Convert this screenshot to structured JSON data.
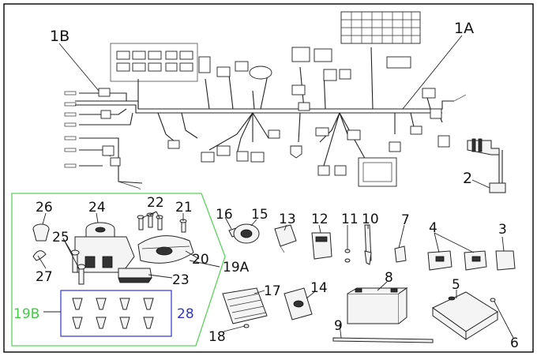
{
  "diagram": {
    "callouts": {
      "c1A": "1A",
      "c1B": "1B",
      "c2": "2",
      "c3": "3",
      "c4": "4",
      "c5": "5",
      "c6": "6",
      "c7": "7",
      "c8": "8",
      "c9": "9",
      "c10": "10",
      "c11": "11",
      "c12": "12",
      "c13": "13",
      "c14": "14",
      "c15": "15",
      "c16": "16",
      "c17": "17",
      "c18": "18",
      "c19A": "19A",
      "c19B": "19B",
      "c20": "20",
      "c21": "21",
      "c22": "22",
      "c23": "23",
      "c24": "24",
      "c25": "25",
      "c26": "26",
      "c27": "27",
      "c28": "28"
    },
    "colors": {
      "group_19B": "#5bd35b",
      "group_28": "#3333cc",
      "line": "#222222"
    }
  }
}
